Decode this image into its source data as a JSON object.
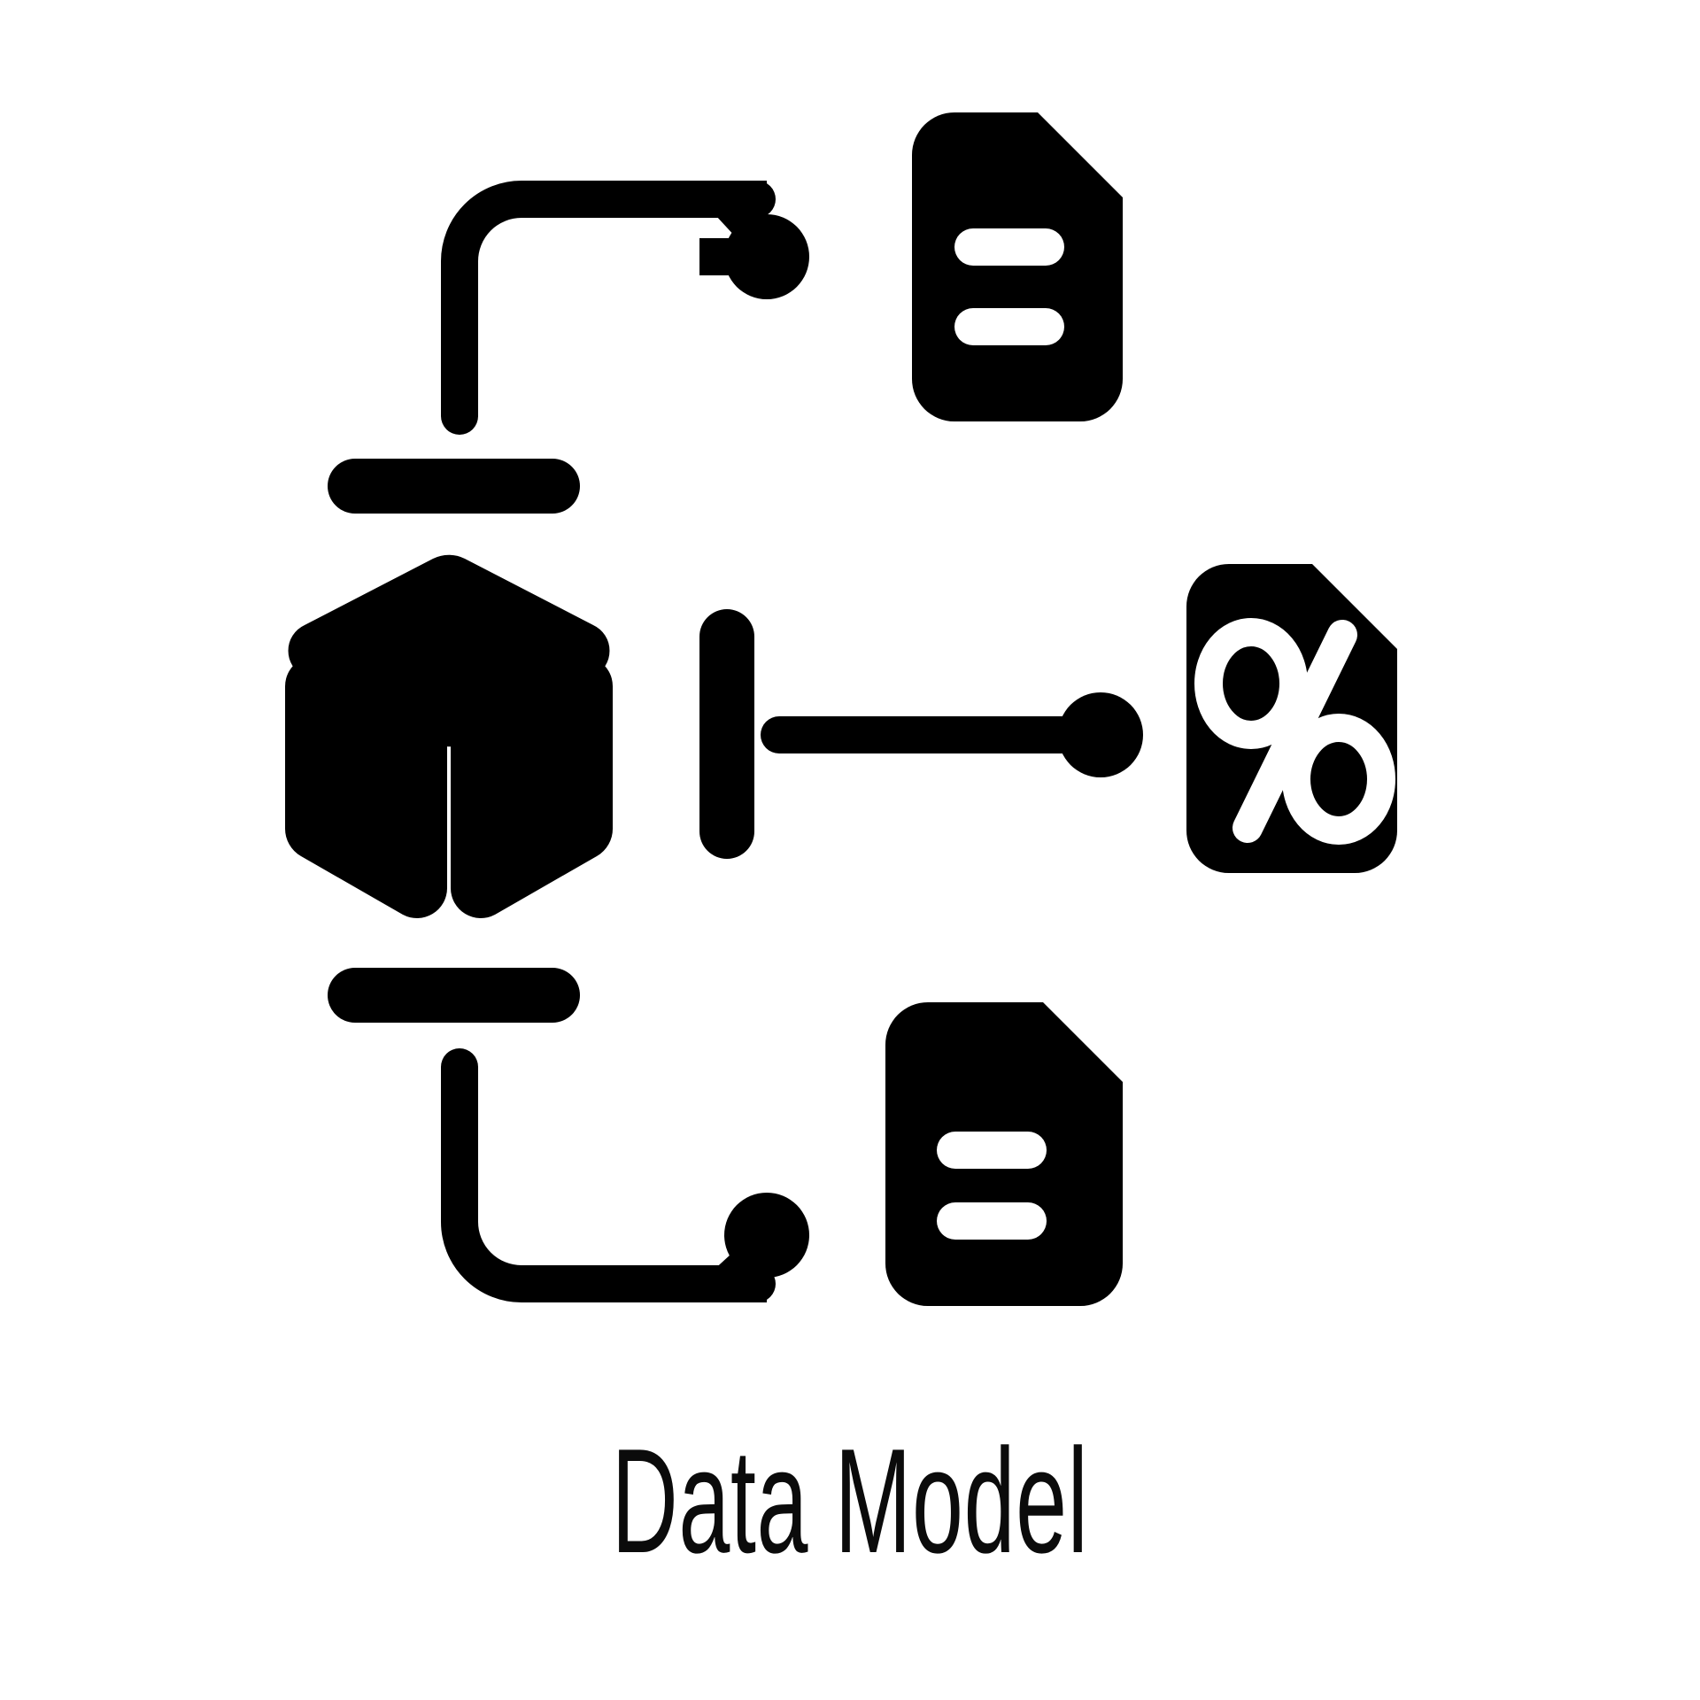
{
  "card": {
    "background_color": "#ffffff",
    "glyph_color": "#000000",
    "caption": "Data Model",
    "caption_color": "#0b0b0b"
  },
  "icon": {
    "name": "data-model-icon",
    "style": "glyph / solid",
    "parts": [
      {
        "name": "cube-top-face",
        "shape": "rhombus"
      },
      {
        "name": "cube-left-face",
        "shape": "parallelogram"
      },
      {
        "name": "cube-right-face",
        "shape": "parallelogram"
      },
      {
        "name": "top-rail-bar",
        "shape": "rounded-bar"
      },
      {
        "name": "bottom-rail-bar",
        "shape": "rounded-bar"
      },
      {
        "name": "center-vertical-bar",
        "shape": "rounded-bar"
      },
      {
        "name": "top-elbow-connector",
        "shape": "elbow-line-with-node"
      },
      {
        "name": "middle-connector",
        "shape": "line-with-node"
      },
      {
        "name": "bottom-elbow-connector",
        "shape": "elbow-line-with-node"
      },
      {
        "name": "document-top-icon",
        "shape": "page-with-cut-corner",
        "content": "two-text-lines"
      },
      {
        "name": "document-percent-icon",
        "shape": "page-with-cut-corner",
        "content": "percent-symbol"
      },
      {
        "name": "document-bottom-icon",
        "shape": "page-with-cut-corner",
        "content": "two-text-lines"
      }
    ],
    "node_count": 3,
    "document_count": 3,
    "percent_symbol": "%"
  }
}
